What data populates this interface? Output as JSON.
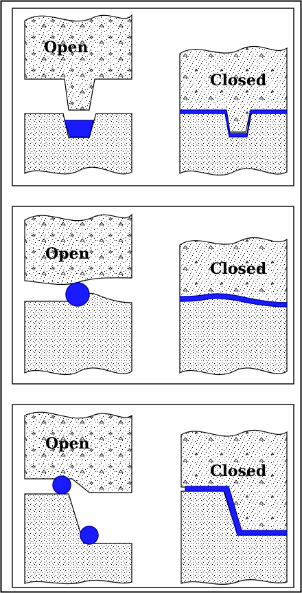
{
  "colors": {
    "ink": "#000000",
    "paper": "#ffffff",
    "seal": "#1a1aff",
    "seal_dark": "#0000b0"
  },
  "panels": [
    {
      "name": "groove-seal",
      "open_label": "Open",
      "closed_label": "Closed"
    },
    {
      "name": "round-seal",
      "open_label": "Open",
      "closed_label": "Closed"
    },
    {
      "name": "stepped-seal",
      "open_label": "Open",
      "closed_label": "Closed"
    }
  ]
}
